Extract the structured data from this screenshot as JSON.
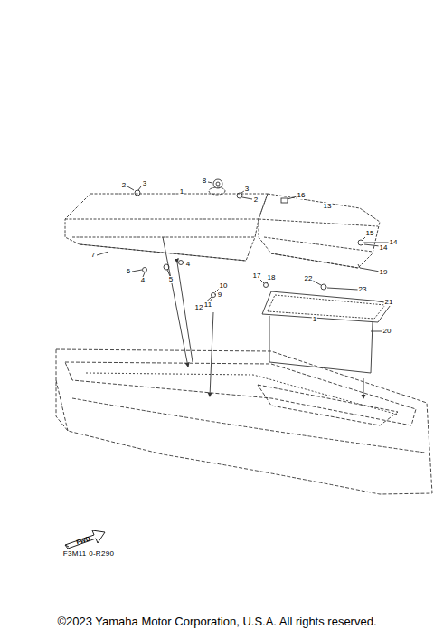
{
  "diagram": {
    "labels": [
      "2",
      "3",
      "1",
      "8",
      "3",
      "2",
      "16",
      "13",
      "15",
      "14",
      "7",
      "19",
      "14",
      "6",
      "4",
      "5",
      "4",
      "10",
      "9",
      "11",
      "12",
      "17",
      "18",
      "22",
      "23",
      "21",
      "1",
      "20",
      "FWD",
      "F3M11 0-R290",
      "©2023 Yamaha Motor Corporation, U.S.A. All rights reserved."
    ]
  }
}
